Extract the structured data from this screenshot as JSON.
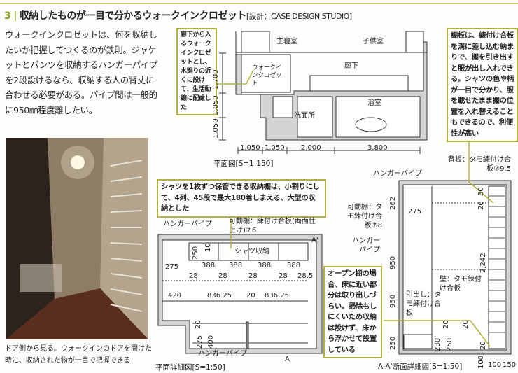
{
  "header": {
    "number": "3",
    "title": "収納したものが一目で分かるウォークインクロゼット",
    "credit": "[設計：CASE DESIGN STUDIO]"
  },
  "intro": "ウォークインクロゼットは、何を収納したいか把握してつくるのが鉄則。ジャケットとパンツを収納するハンガーパイプを2段設けるなら、収納する人の背丈に合わせる必要がある。パイプ間は一般的に950㎜程度離したい。",
  "photo": {
    "caption": "ドア側から見る。ウォークインのドアを開けた時に、収納された物が一目で把握できる"
  },
  "callouts": {
    "corridor": "廊下から入るウォークインクロゼットとし、水廻りの近くに設けて、生活動線に配慮した",
    "shelf_board": "棚板は、練付け合板を溝に差し込む納まりで、棚を引き出すと服が出し入れできる。シャツの色や柄が一目で分かり、服を載せたまま棚の位置を入れ替えることもできるので、利便性が高い",
    "shirt_storage": "シャツを1枚ずつ保管できる収納棚は、小割りにして、4列、45段で最大180着しまえる、大型の収納とした",
    "open_shelf": "オープン棚の場合、床に近い部分は取り出しづらい。掃除もしにくいため収納は設けず、床から浮かせて設置している"
  },
  "floor_plan": {
    "caption": "平面図[S=1:150]",
    "rooms": {
      "master_bedroom": "主寝室",
      "kids_room": "子供室",
      "corridor": "廊下",
      "walk_in_closet": "ウォークインクロゼット",
      "washroom": "洗面所",
      "bathroom": "浴室"
    },
    "dims_horizontal": [
      "1,050",
      "1,050",
      "2,000",
      "3,800"
    ],
    "dims_vertical": [
      "1,700",
      "1,050",
      "1,050"
    ]
  },
  "detail_plan": {
    "caption": "平面詳細図[S=1:50]",
    "labels": {
      "hanger_pipe_top": "ハンガーパイプ",
      "movable_shelf": "可動棚：練付け合板(両面仕上げ)⑦6",
      "shirt_storage": "シャツ収納",
      "hanger_pipe_bottom": "ハンガーパイプ",
      "section_mark_top": "A'",
      "section_mark_bottom": "A"
    },
    "dims": [
      "10",
      "250",
      "275",
      "388",
      "388",
      "388",
      "388",
      "28",
      "28",
      "28",
      "28",
      "28.5",
      "420",
      "836.25",
      "20",
      "836.25",
      "20",
      "275",
      "400"
    ]
  },
  "section": {
    "caption": "A-A'断面詳細図[S=1:50]",
    "labels": {
      "back_board": "背板：タモ練付け合板⑦9.5",
      "hanger_pipe_top": "ハンガーパイプ",
      "movable_shelf": "可動棚：タモ練付け合板⑦8",
      "hanger_pipe_bottom": "ハンガーパイプ",
      "wall": "壁：タモ練付け合板",
      "drawer": "引出し：タモ練付け合板"
    },
    "dims": [
      "262",
      "275",
      "950",
      "950",
      "250",
      "30",
      "20",
      "2,242",
      "20",
      "230",
      "250",
      "20",
      "20",
      "100",
      "100",
      "150"
    ]
  },
  "colors": {
    "accent": "#8a9b1e",
    "callout_border": "#b3b33a",
    "wall_fill": "#d4d4d4"
  }
}
